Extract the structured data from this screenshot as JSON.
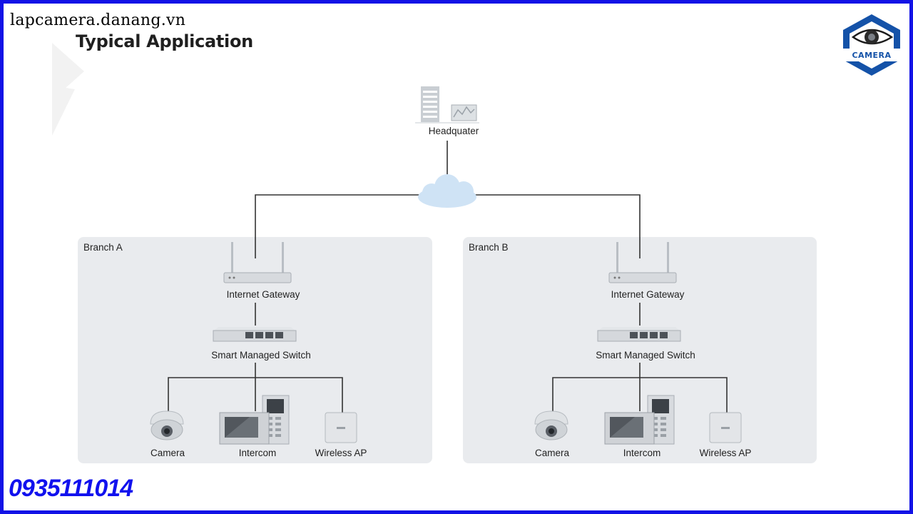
{
  "header": {
    "site_name": "lapcamera.danang.vn",
    "title": "Typical Application"
  },
  "logo": {
    "text": "CAMERA",
    "icon": "eye-camera-hexagon-logo"
  },
  "footer": {
    "phone": "0935111014"
  },
  "diagram": {
    "headquarter": {
      "label": "Headquater",
      "icon": "office-building-icon"
    },
    "cloud": {
      "icon": "cloud-icon"
    },
    "branches": [
      {
        "label": "Branch A",
        "gateway": "Internet Gateway",
        "switch": "Smart Managed Switch",
        "devices": [
          "Camera",
          "Intercom",
          "Wireless AP"
        ]
      },
      {
        "label": "Branch B",
        "gateway": "Internet Gateway",
        "switch": "Smart Managed Switch",
        "devices": [
          "Camera",
          "Intercom",
          "Wireless AP"
        ]
      }
    ]
  },
  "colors": {
    "border": "#1212e6",
    "phone": "#1111ee",
    "panel": "#e9ebee",
    "cloud": "#cfe3f5",
    "line": "#333333"
  }
}
